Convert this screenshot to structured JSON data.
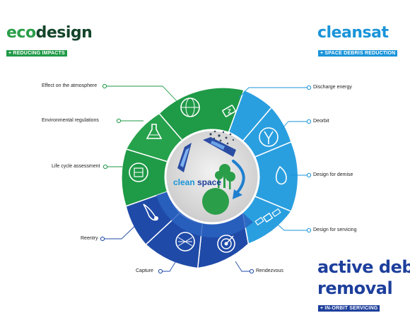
{
  "brands": {
    "ecodesign": {
      "prefix": "eco",
      "suffix": "design",
      "tag": "+ REDUCING IMPACTS",
      "color": "#1f9a47",
      "dark": "#14452a"
    },
    "cleansat": {
      "prefix": "clean",
      "suffix": "sat",
      "tag": "+ SPACE DEBRIS REDUCTION",
      "color": "#1a94d9",
      "dark": "#1a94d9"
    },
    "adr": {
      "line1": "active debri",
      "line2": "removal",
      "tag": "+ IN-ORBIT SERVICING",
      "color": "#1d3f9c"
    }
  },
  "labels": {
    "effect": "Effect on the atmosphere",
    "env": "Environmental regulations",
    "lca": "Life cycle assessment",
    "reentry": "Reentry",
    "capture": "Capture",
    "rendezvous": "Rendezvous",
    "discharge": "Discharge energy",
    "deorbit": "Deorbit",
    "demise": "Design for demise",
    "servicing": "Design for servicing"
  },
  "center": {
    "clean": "clean",
    "space": "space"
  },
  "icons": {
    "effect": "globe-icon",
    "env": "flask-icon",
    "lca": "recycle-box-icon",
    "reentry": "reentry-flame-icon",
    "capture": "net-icon",
    "rendezvous": "target-icon",
    "discharge": "battery-icon",
    "deorbit": "deorbit-icon",
    "demise": "flame-drop-icon",
    "servicing": "satellite-icon"
  },
  "colors": {
    "green": "#239e48",
    "green_dark": "#1b8a3d",
    "light_blue": "#2a9fe0",
    "mid_blue": "#1c7fd0",
    "dark_blue": "#1f4aa8",
    "connector": "#2d6f9a"
  }
}
